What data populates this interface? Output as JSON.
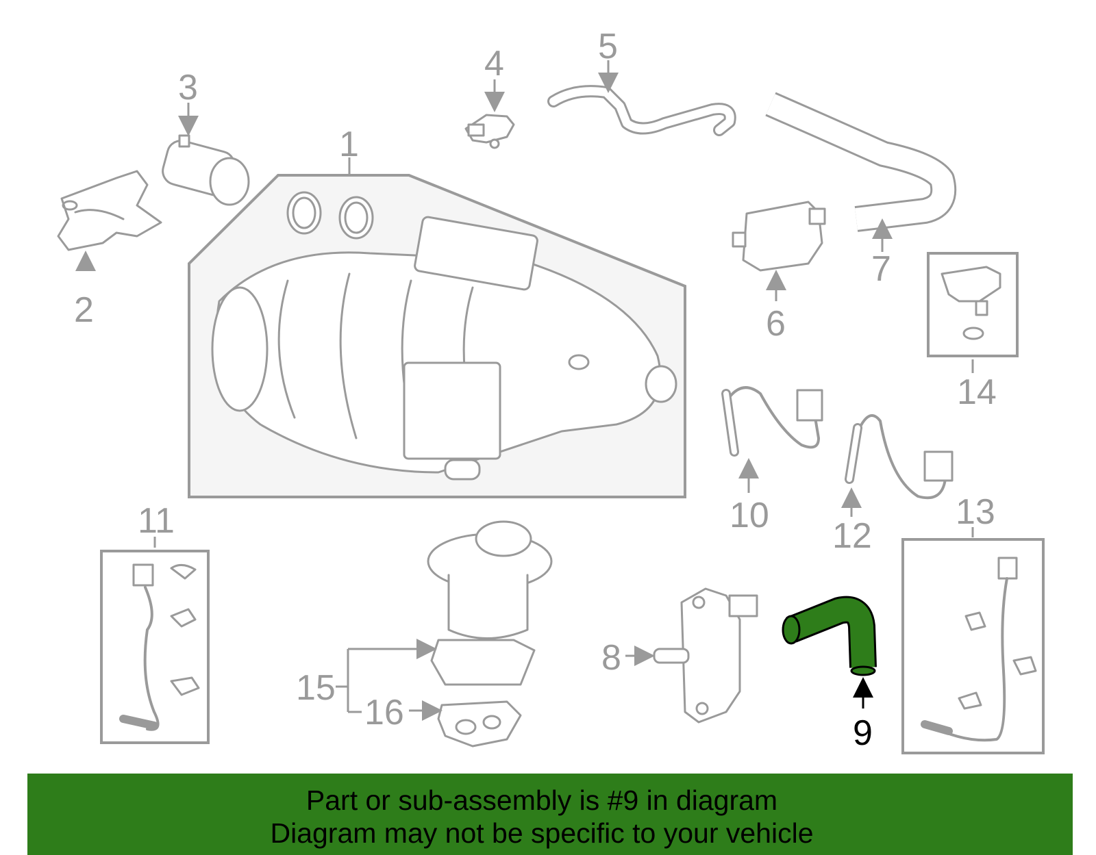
{
  "callouts": [
    "1",
    "2",
    "3",
    "4",
    "5",
    "6",
    "7",
    "8",
    "9",
    "10",
    "11",
    "12",
    "13",
    "14",
    "15",
    "16"
  ],
  "highlighted_part": "9",
  "highlight_color": "#2e7d1a",
  "line_color": "#9a9a9a",
  "banner": {
    "line1": "Part or sub-assembly is #9 in diagram",
    "line2": "Diagram may not be specific to your vehicle"
  }
}
